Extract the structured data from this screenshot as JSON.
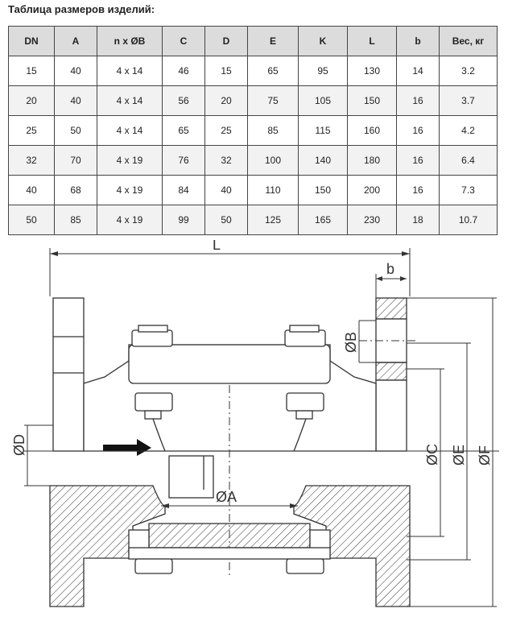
{
  "title": "Таблица размеров изделий:",
  "table": {
    "headers": [
      "DN",
      "A",
      "n x ØB",
      "C",
      "D",
      "E",
      "K",
      "L",
      "b",
      "Вес, кг"
    ],
    "rows": [
      [
        "15",
        "40",
        "4 x 14",
        "46",
        "15",
        "65",
        "95",
        "130",
        "14",
        "3.2"
      ],
      [
        "20",
        "40",
        "4 x 14",
        "56",
        "20",
        "75",
        "105",
        "150",
        "16",
        "3.7"
      ],
      [
        "25",
        "50",
        "4 x 14",
        "65",
        "25",
        "85",
        "115",
        "160",
        "16",
        "4.2"
      ],
      [
        "32",
        "70",
        "4 x 19",
        "76",
        "32",
        "100",
        "140",
        "180",
        "16",
        "6.4"
      ],
      [
        "40",
        "68",
        "4 x 19",
        "84",
        "40",
        "110",
        "150",
        "200",
        "16",
        "7.3"
      ],
      [
        "50",
        "85",
        "4 x 19",
        "99",
        "50",
        "125",
        "165",
        "230",
        "18",
        "10.7"
      ]
    ]
  },
  "drawing": {
    "labels": {
      "L": "L",
      "b": "b",
      "B": "ØB",
      "D": "ØD",
      "A": "ØA",
      "C": "ØC",
      "E": "ØE",
      "F": "ØF"
    }
  }
}
